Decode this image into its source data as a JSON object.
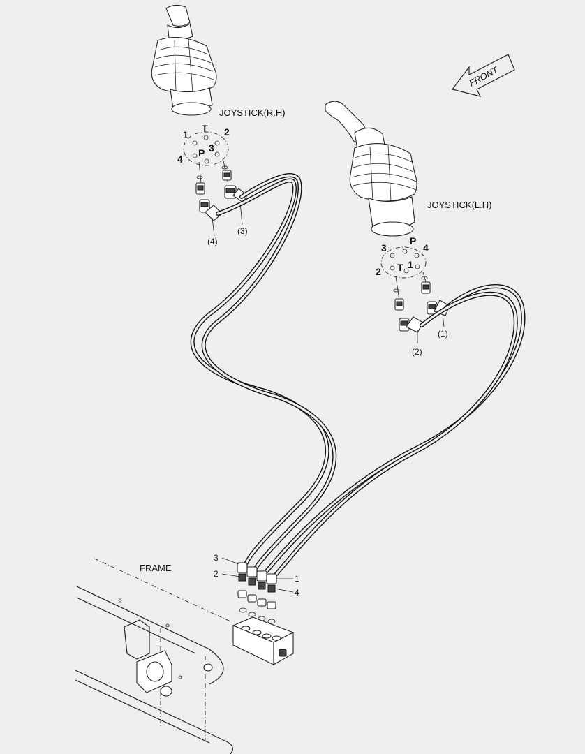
{
  "labels": {
    "front": "FRONT",
    "joystick_rh": "JOYSTICK(R.H)",
    "joystick_lh": "JOYSTICK(L.H)",
    "frame": "FRAME"
  },
  "rh_ports": {
    "p1": "1",
    "t": "T",
    "p2": "2",
    "p3": "3",
    "p": "P",
    "p4": "4"
  },
  "lh_ports": {
    "p3": "3",
    "p": "P",
    "p4": "4",
    "t": "T",
    "p1": "1",
    "p2": "2"
  },
  "callouts": {
    "rh_hose_4": "(4)",
    "rh_hose_3": "(3)",
    "lh_hose_1": "(1)",
    "lh_hose_2": "(2)",
    "block_3": "3",
    "block_2": "2",
    "block_1": "1",
    "block_4": "4"
  }
}
